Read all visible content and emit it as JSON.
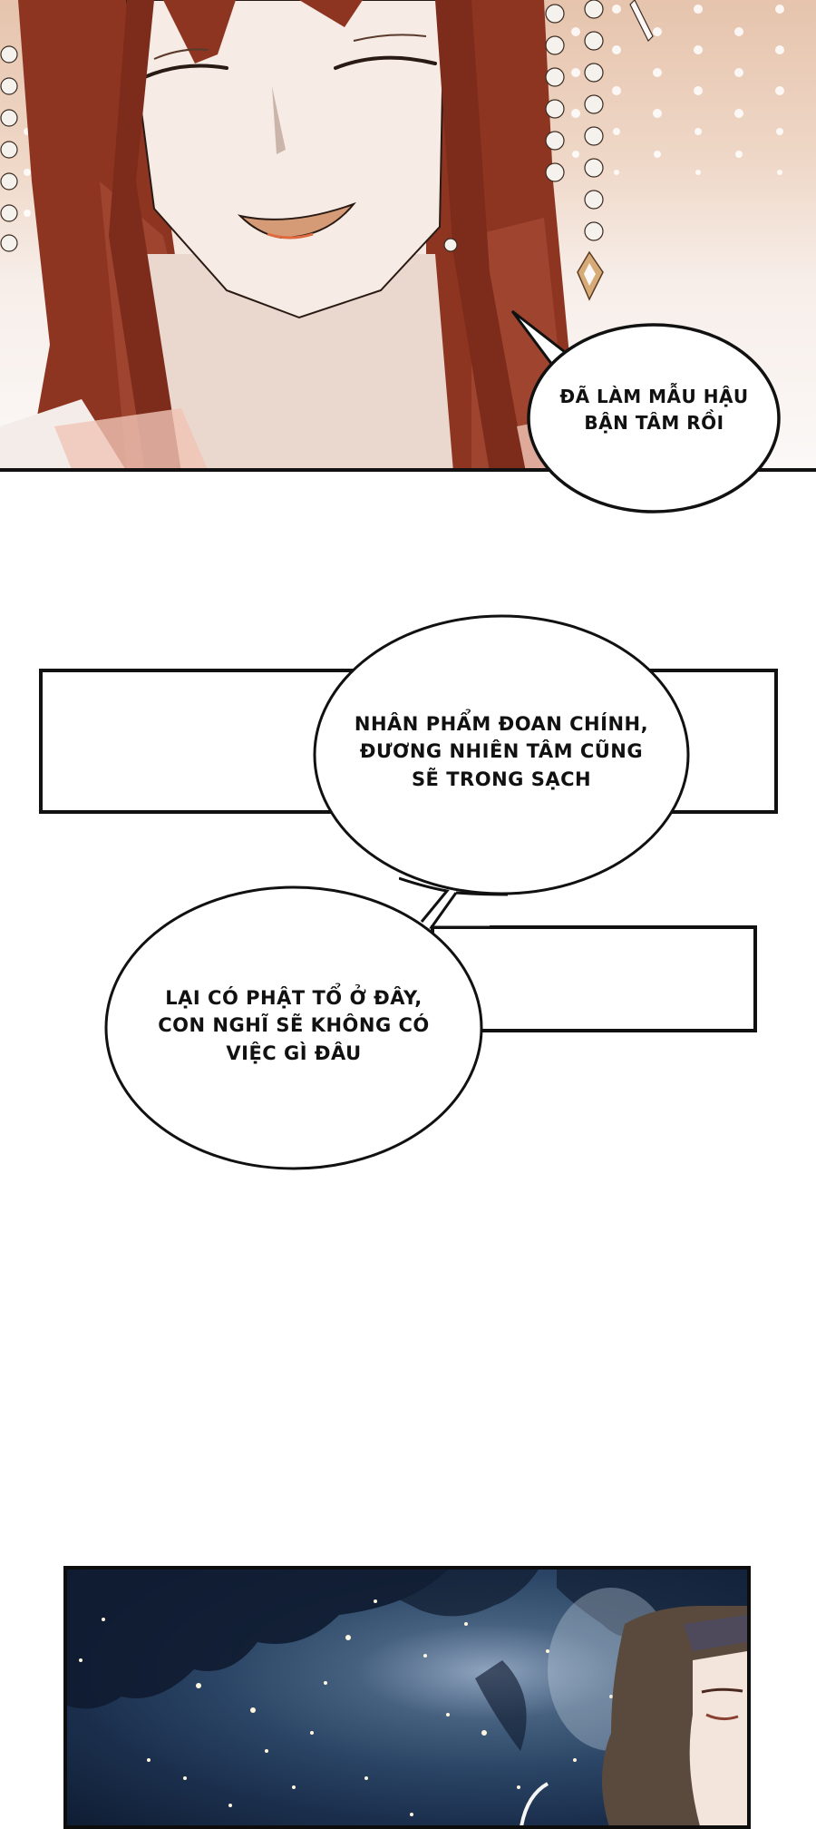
{
  "page": {
    "type": "webtoon-strip",
    "background": "#ffffff",
    "panels": [
      {
        "id": "panel-1",
        "scene": "smiling woman with long red-brown hair and pearl hair ornaments",
        "colors": {
          "hair": "#8e3522",
          "skin": "#f6ebe5",
          "background": "#e9c8b2",
          "pearls": "#f5f2ee",
          "lips": "#d59b76"
        }
      },
      {
        "id": "panel-2",
        "scene": "night sky with stars and tree silhouettes, man with dark hair and closed eyes on right",
        "colors": {
          "sky": "#2b4566",
          "foliage": "#0f1d33",
          "hair": "#5a4a3d",
          "skin": "#f3e4dc"
        }
      }
    ]
  },
  "bubbles": [
    {
      "id": "bubble-1",
      "lines": [
        "ĐÃ LÀM MẪU HẬU",
        "BẬN TÂM RỒI"
      ]
    },
    {
      "id": "bubble-2",
      "lines": [
        "NHÂN PHẨM ĐOAN CHÍNH,",
        "ĐƯƠNG NHIÊN TÂM CŨNG",
        "SẼ TRONG SẠCH"
      ]
    },
    {
      "id": "bubble-3",
      "lines": [
        "LẠI CÓ PHẬT TỔ Ở ĐÂY,",
        "CON NGHĨ SẼ KHÔNG CÓ",
        "VIỆC GÌ ĐÂU"
      ]
    }
  ]
}
